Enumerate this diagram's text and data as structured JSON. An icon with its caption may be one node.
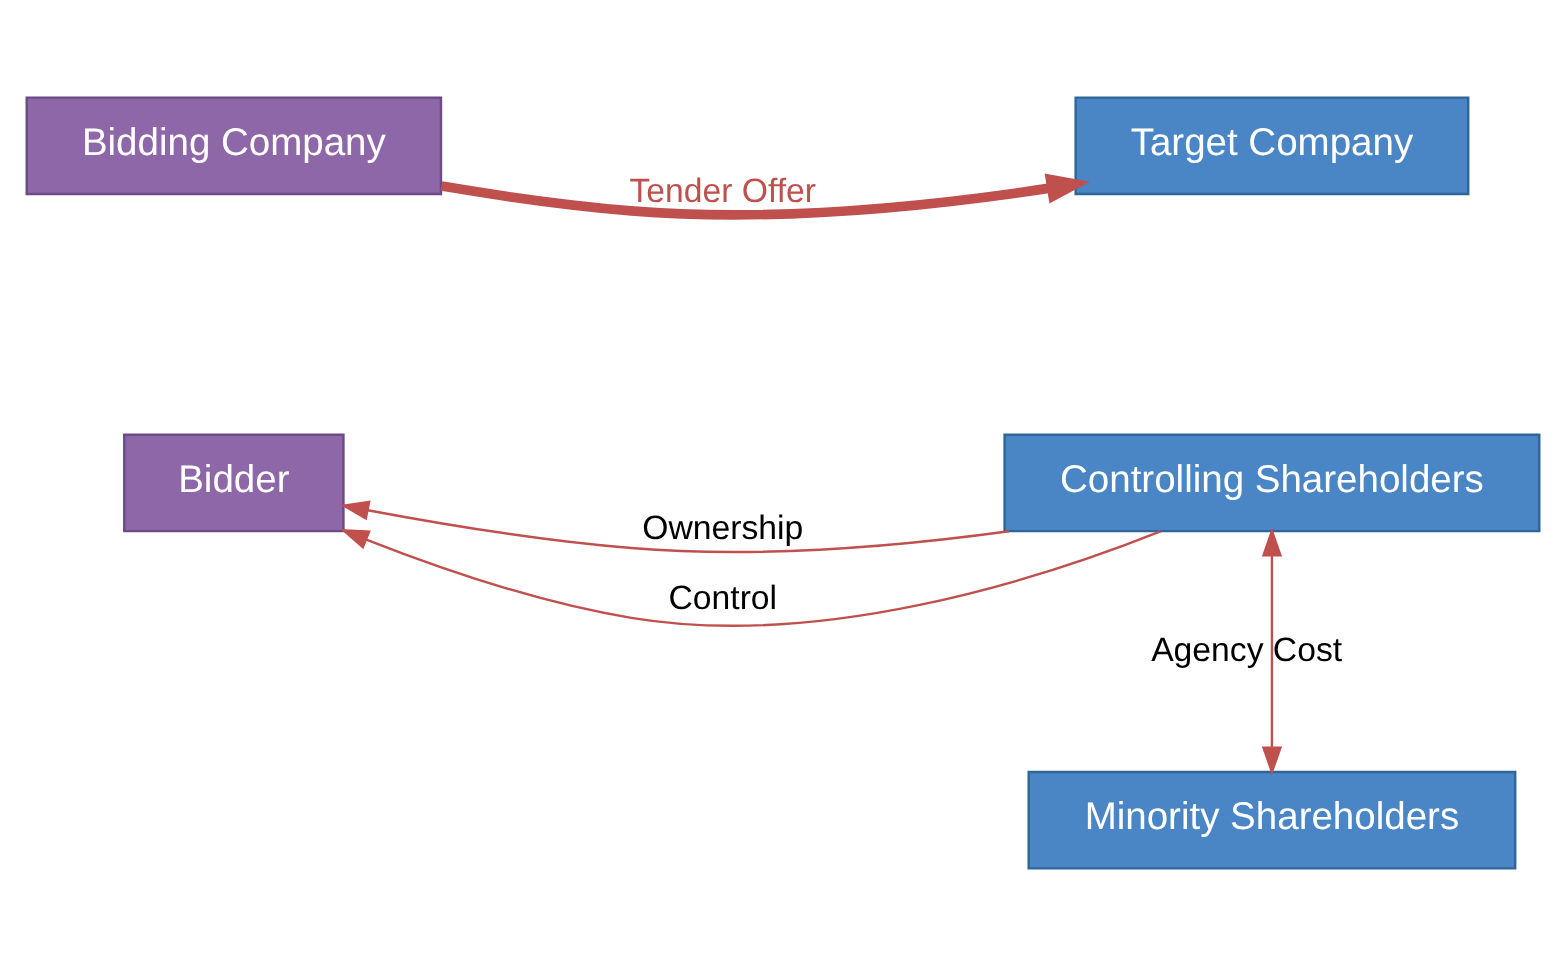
{
  "diagram": {
    "nodes": [
      {
        "text": [
          "Bidding Company"
        ]
      },
      {
        "text": [
          "Target Company"
        ]
      },
      {
        "text": [
          "Controlling Shareholders"
        ]
      },
      {
        "text": [
          "Bidder"
        ]
      },
      {
        "text": [
          "Minority Shareholders"
        ]
      }
    ],
    "edges": [
      {
        "from": 0,
        "to": 1,
        "arrow": "to",
        "label": "Tender Offer",
        "style": "thick"
      },
      {
        "from": 2,
        "to": 3,
        "arrow": "to",
        "label": "Ownership"
      },
      {
        "from": 2,
        "to": 3,
        "arrow": "to",
        "label": "Control"
      },
      {
        "from": 2,
        "to": 4,
        "arrow": "both",
        "label": "Agency Cost"
      }
    ]
  }
}
